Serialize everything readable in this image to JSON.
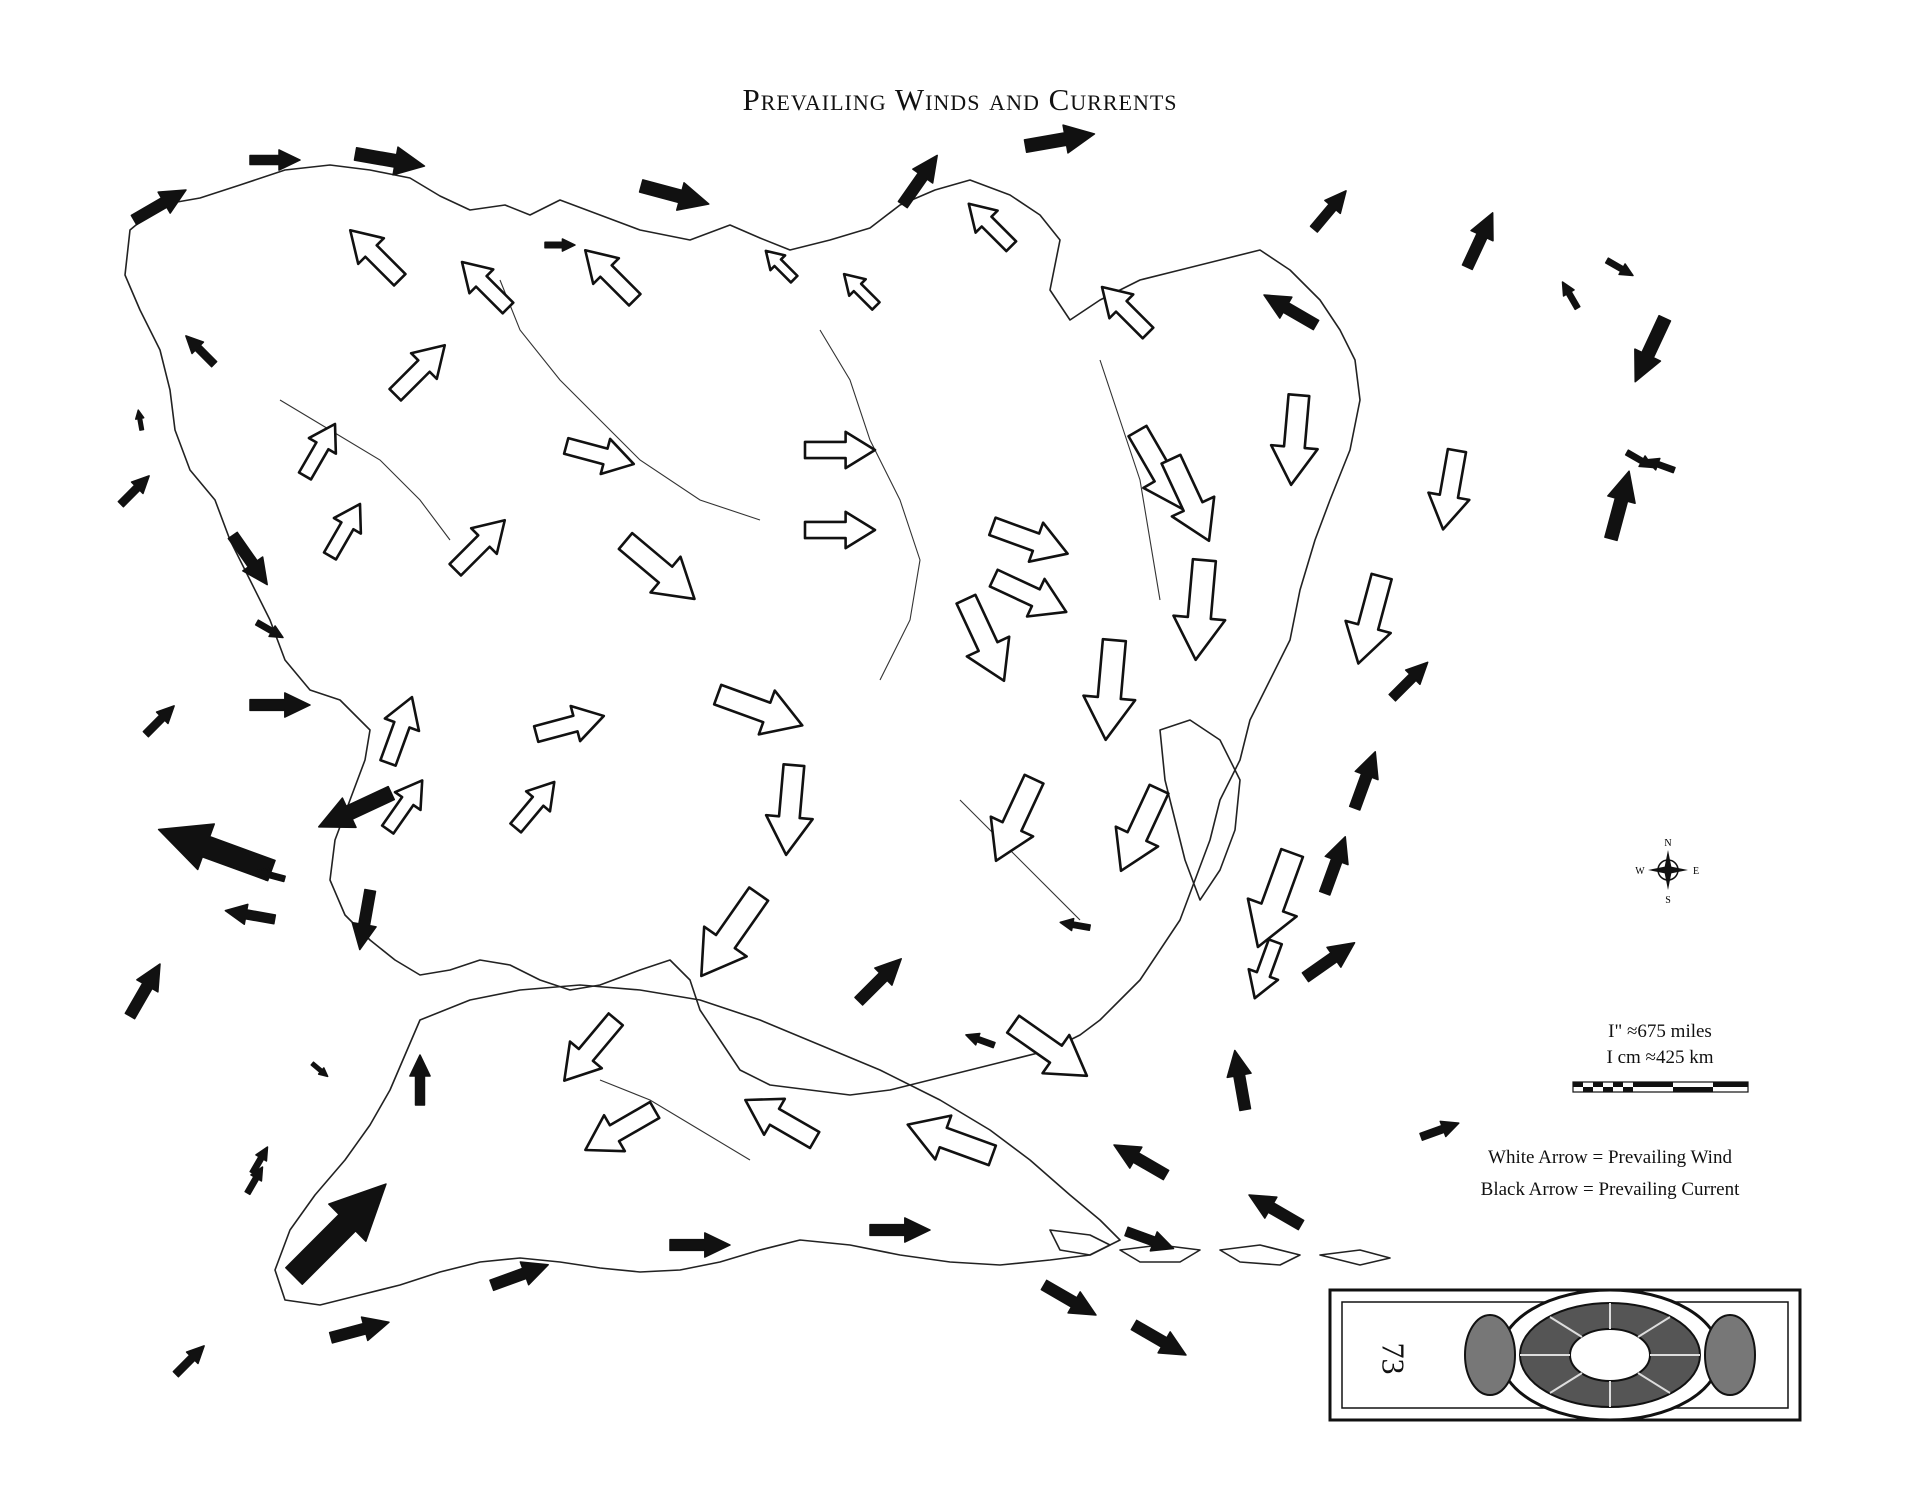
{
  "title": "Prevailing Winds and Currents",
  "scale": {
    "inch_label": "I\" ≈675 miles",
    "cm_label": "I cm ≈425 km"
  },
  "compass": {
    "n": "N",
    "s": "S",
    "e": "E",
    "w": "W"
  },
  "legend": {
    "white_arrow": "White Arrow = Prevailing Wind",
    "black_arrow": "Black Arrow = Prevailing Current"
  },
  "page_number": "73",
  "colors": {
    "ink": "#111111",
    "paper": "#ffffff",
    "wind_fill": "#ffffff",
    "current_fill": "#111111"
  }
}
